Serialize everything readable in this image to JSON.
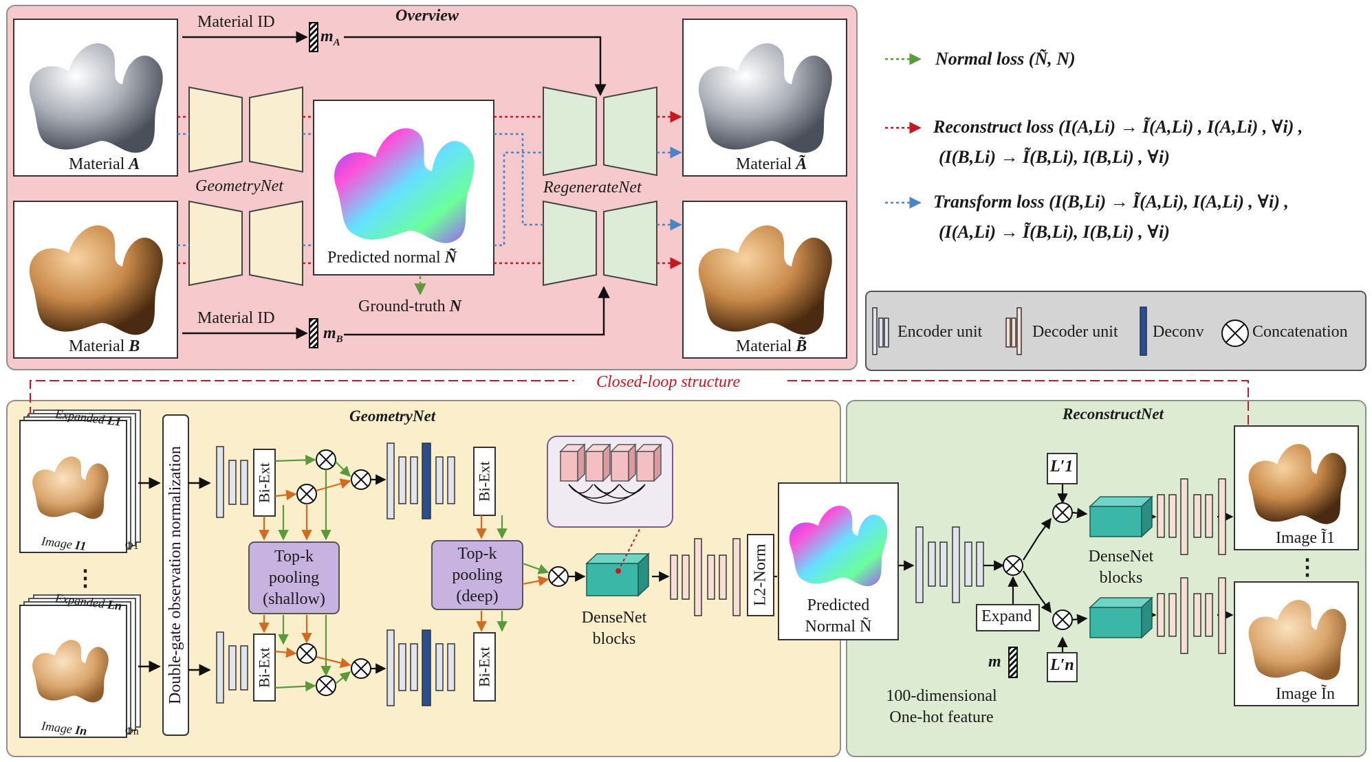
{
  "overview": {
    "title": "Overview",
    "material_id_label": "Material ID",
    "m_a_label": "m",
    "m_a_sub": "A",
    "m_b_label": "m",
    "m_b_sub": "B",
    "material_a_label": "Material ",
    "material_a_var": "A",
    "material_b_label": "Material ",
    "material_b_var": "B",
    "material_a_tilde_label": "Material ",
    "material_a_tilde_var": "Ã",
    "material_b_tilde_label": "Material ",
    "material_b_tilde_var": "B̃",
    "geometrynet_label": "GeometryNet",
    "regeneratenet_label": "RegenerateNet",
    "predicted_normal_label": "Predicted normal ",
    "predicted_normal_var": "Ñ",
    "ground_truth_label": "Ground-truth ",
    "ground_truth_var": "N"
  },
  "losses": {
    "normal": "Normal loss (Ñ, N)",
    "reconstruct_line1": "Reconstruct loss (I(A,Li) → Ĩ(A,Li) , I(A,Li) , ∀i) ,",
    "reconstruct_line2": "(I(B,Li) → Ĩ(B,Li), I(B,Li) , ∀i)",
    "transform_line1": "Transform loss (I(B,Li) → Ĩ(A,Li), I(A,Li) , ∀i) ,",
    "transform_line2": "(I(A,Li) → Ĩ(B,Li), I(B,Li) , ∀i)"
  },
  "legend": {
    "encoder": "Encoder unit",
    "decoder": "Decoder unit",
    "deconv": "Deconv",
    "concat": "Concatenation"
  },
  "closed_loop": "Closed-loop structure",
  "geometrynet": {
    "title": "GeometryNet",
    "expanded_1": "Expanded ",
    "expanded_1_var": "L1",
    "expanded_n": "Expanded ",
    "expanded_n_var": "Ln",
    "image_1": "Image ",
    "image_1_var": "I1",
    "image_n": "Image ",
    "image_n_var": "In",
    "phi_1": "Φ1",
    "phi_n": "Φn",
    "vdots": "⋮",
    "dgon": "Double-gate observation normalization",
    "biext": "Bi-Ext",
    "pool_shallow_l1": "Top-k",
    "pool_shallow_l2": "pooling",
    "pool_shallow_l3": "(shallow)",
    "pool_deep_l1": "Top-k",
    "pool_deep_l2": "pooling",
    "pool_deep_l3": "(deep)",
    "densenet_l1": "DenseNet",
    "densenet_l2": "blocks",
    "l2norm": "L2-Norm",
    "pred_l1": "Predicted",
    "pred_l2": "Normal Ñ"
  },
  "reconstructnet": {
    "title": "ReconstructNet",
    "l1": "L′1",
    "ln": "L′n",
    "expand": "Expand",
    "m": "m",
    "densenet_l1": "DenseNet",
    "densenet_l2": "blocks",
    "onehot_l1": "100-dimensional",
    "onehot_l2": "One-hot feature",
    "image_1": "Image Ĩ1",
    "image_n": "Image Ĩn",
    "vdots": "⋮"
  },
  "colors": {
    "overview_bg": "#f6c9cc",
    "geometry_bg": "#fbeecb",
    "reconstruct_bg": "#deebd3",
    "legend_bg": "#d4d4d4",
    "encoder_fill": "#f9efd0",
    "regen_fill": "#dcecd6",
    "red_loss": "#c8171e",
    "blue_loss": "#4a86c5",
    "green_loss": "#5a9a3b",
    "orange_arrow": "#d46a1f",
    "pool_fill": "#c8b2e0",
    "dense_fill": "#3bb7a8",
    "deconv_fill": "#2a4e8e",
    "decoder_fill": "#f6e0d6"
  }
}
